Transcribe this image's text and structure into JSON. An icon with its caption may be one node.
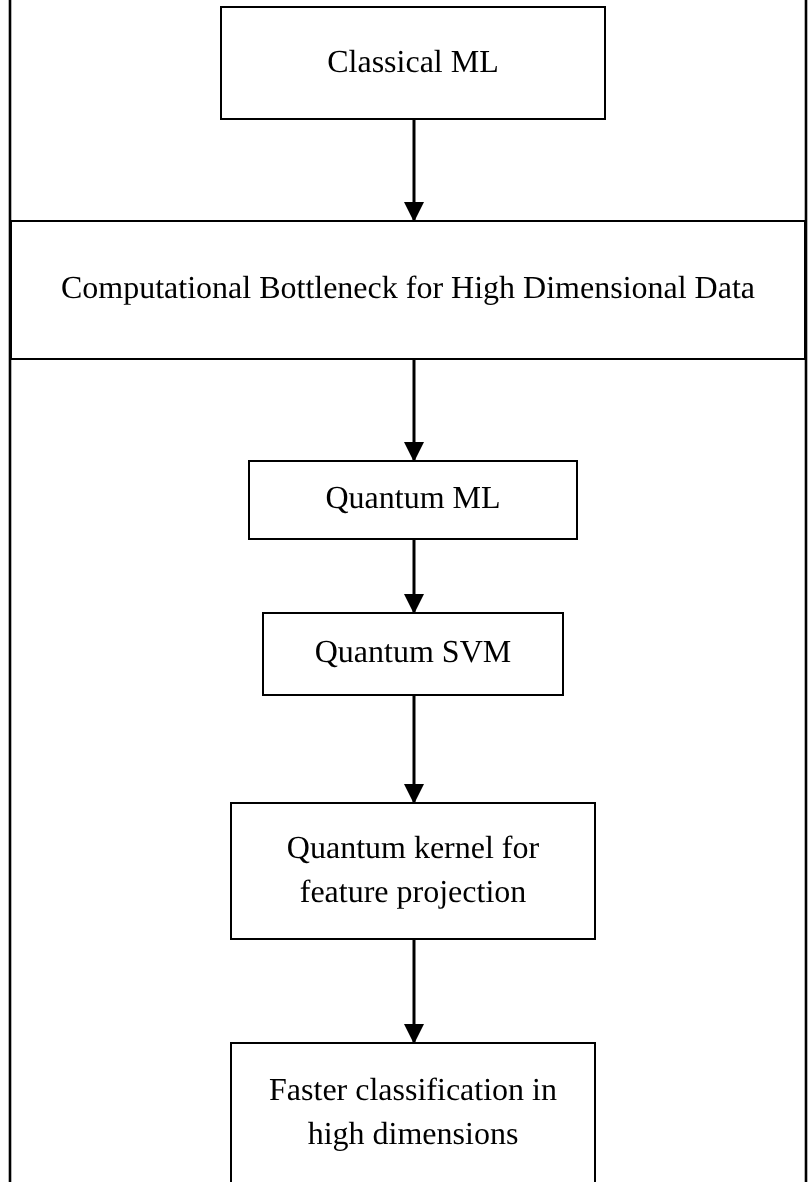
{
  "diagram": {
    "nodes": [
      {
        "text": [
          "Classical ML"
        ]
      },
      {
        "text": [
          "Computational Bottleneck for High Dimensional Data"
        ]
      },
      {
        "text": [
          "Quantum ML"
        ]
      },
      {
        "text": [
          "Quantum SVM"
        ]
      },
      {
        "text": [
          "Quantum kernel for feature projection"
        ]
      },
      {
        "text": [
          "Faster classification in high dimensions"
        ]
      }
    ],
    "edges": [
      {
        "from": 0,
        "to": 1,
        "arrow": "to"
      },
      {
        "from": 1,
        "to": 2,
        "arrow": "to"
      },
      {
        "from": 2,
        "to": 3,
        "arrow": "to"
      },
      {
        "from": 3,
        "to": 4,
        "arrow": "to"
      },
      {
        "from": 4,
        "to": 5,
        "arrow": "to"
      }
    ]
  }
}
